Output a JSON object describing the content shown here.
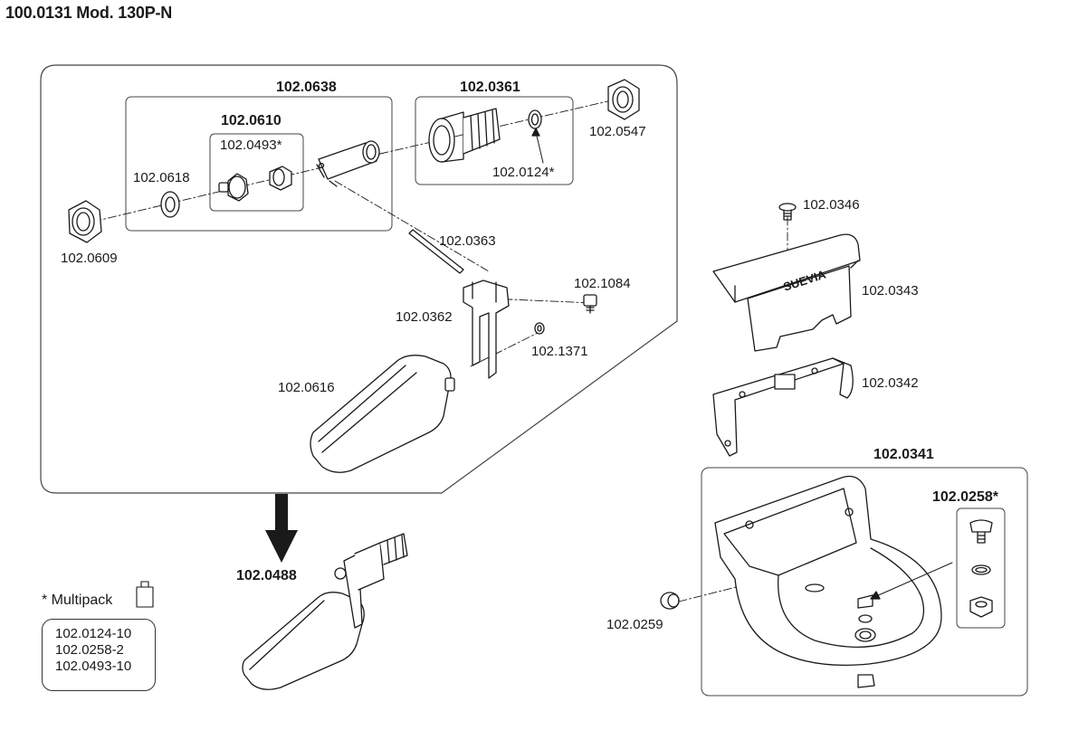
{
  "title": "100.0131 Mod. 130P-N",
  "labels": {
    "assembly_valve": "102.0638",
    "assembly_nozzle": "102.0361",
    "assembly_seat": "102.0610",
    "p0493": "102.0493*",
    "p0618": "102.0618",
    "p0609": "102.0609",
    "p0547": "102.0547",
    "p0124": "102.0124*",
    "p0363": "102.0363",
    "p1084": "102.1084",
    "p0362": "102.0362",
    "p1371": "102.1371",
    "p0616": "102.0616",
    "p0488": "102.0488",
    "p0346": "102.0346",
    "p0343": "102.0343",
    "p0342": "102.0342",
    "assembly_bowl": "102.0341",
    "assembly_screw": "102.0258*",
    "p0259": "102.0259"
  },
  "brand": "SUEVIA",
  "multipack": {
    "title": "* Multipack",
    "items": [
      "102.0124-10",
      "102.0258-2",
      "102.0493-10"
    ]
  }
}
